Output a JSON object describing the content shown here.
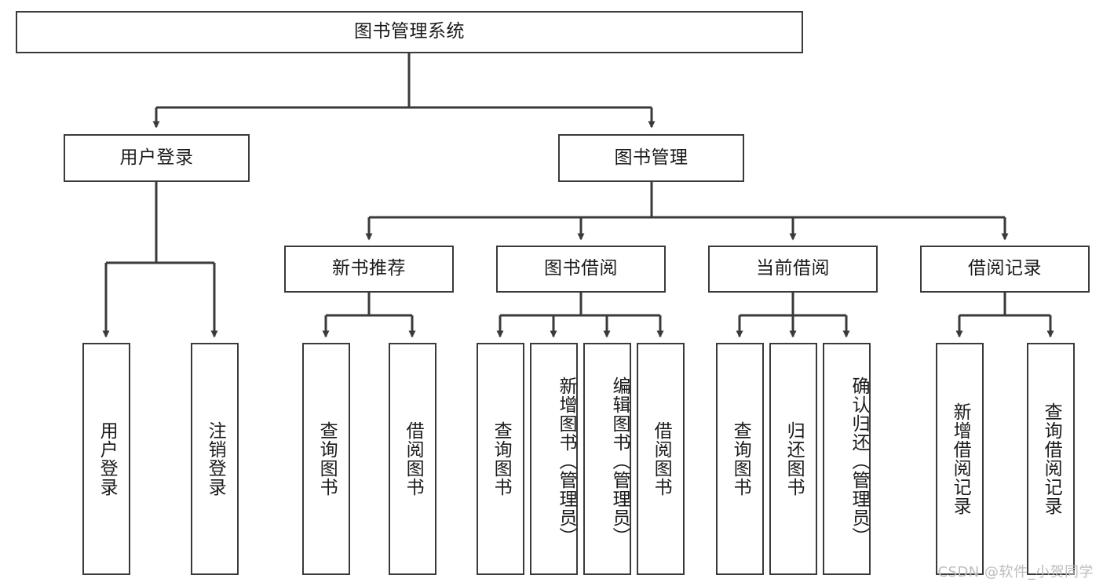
{
  "diagram": {
    "type": "tree",
    "title": "图书管理系统",
    "root": {
      "label": "图书管理系统"
    },
    "level2": [
      {
        "id": "user-login",
        "label": "用户登录"
      },
      {
        "id": "book-manage",
        "label": "图书管理"
      }
    ],
    "level3": [
      {
        "id": "new-book-recommend",
        "label": "新书推荐",
        "parent": "book-manage"
      },
      {
        "id": "book-borrow",
        "label": "图书借阅",
        "parent": "book-manage"
      },
      {
        "id": "current-borrow",
        "label": "当前借阅",
        "parent": "book-manage"
      },
      {
        "id": "borrow-record",
        "label": "借阅记录",
        "parent": "book-manage"
      }
    ],
    "leaves": [
      {
        "id": "leaf-user-login",
        "label": "用户登录",
        "parent": "user-login"
      },
      {
        "id": "leaf-logout-login",
        "label": "注销登录",
        "parent": "user-login"
      },
      {
        "id": "leaf-query-book-1",
        "label": "查询图书",
        "parent": "new-book-recommend"
      },
      {
        "id": "leaf-borrow-book-1",
        "label": "借阅图书",
        "parent": "new-book-recommend"
      },
      {
        "id": "leaf-query-book-2",
        "label": "查询图书",
        "parent": "book-borrow"
      },
      {
        "id": "leaf-add-book",
        "label": "新增图书（管理员）",
        "parent": "book-borrow"
      },
      {
        "id": "leaf-edit-book",
        "label": "编辑图书（管理员）",
        "parent": "book-borrow"
      },
      {
        "id": "leaf-borrow-book-2",
        "label": "借阅图书",
        "parent": "book-borrow"
      },
      {
        "id": "leaf-query-book-3",
        "label": "查询图书",
        "parent": "current-borrow"
      },
      {
        "id": "leaf-return-book",
        "label": "归还图书",
        "parent": "current-borrow"
      },
      {
        "id": "leaf-confirm-return",
        "label": "确认归还（管理员）",
        "parent": "current-borrow"
      },
      {
        "id": "leaf-add-record",
        "label": "新增借阅记录",
        "parent": "borrow-record"
      },
      {
        "id": "leaf-query-record",
        "label": "查询借阅记录",
        "parent": "borrow-record"
      }
    ],
    "colors": {
      "stroke": "#3a3a3a",
      "fill": "#ffffff",
      "text": "#1b1b1b",
      "watermark": "#bdbdbd"
    }
  },
  "watermark": {
    "text": "CSDN @软件_小贺同学"
  }
}
